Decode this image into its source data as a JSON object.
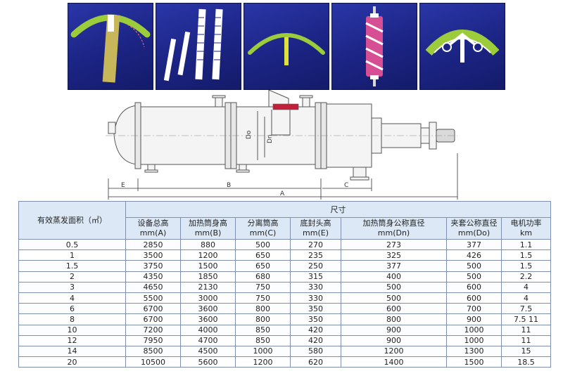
{
  "table": {
    "area_header": "有效蒸发面积（㎡）",
    "size_header": "尺寸",
    "columns": [
      {
        "l1": "设备总高",
        "l2": "mm(A)"
      },
      {
        "l1": "加热筒身高",
        "l2": "mm(B)"
      },
      {
        "l1": "分离筒高",
        "l2": "mm(C)"
      },
      {
        "l1": "底封头高",
        "l2": "mm(E)"
      },
      {
        "l1": "加热筒身公称直径",
        "l2": "mm(Dn)"
      },
      {
        "l1": "夹套公称直径",
        "l2": "mm(Do)"
      },
      {
        "l1": "电机功率",
        "l2": "km"
      }
    ],
    "rows": [
      [
        "0.5",
        "2850",
        "880",
        "500",
        "270",
        "273",
        "377",
        "1.1"
      ],
      [
        "1",
        "3500",
        "1200",
        "650",
        "235",
        "325",
        "426",
        "1.5"
      ],
      [
        "1.5",
        "3750",
        "1500",
        "650",
        "250",
        "377",
        "500",
        "1.5"
      ],
      [
        "2",
        "4350",
        "1850",
        "680",
        "315",
        "400",
        "500",
        "2.2"
      ],
      [
        "3",
        "4650",
        "2130",
        "750",
        "330",
        "500",
        "600",
        "4"
      ],
      [
        "4",
        "5500",
        "3000",
        "750",
        "330",
        "500",
        "600",
        "4"
      ],
      [
        "6",
        "6700",
        "3600",
        "800",
        "350",
        "600",
        "700",
        "7.5"
      ],
      [
        "8",
        "6700",
        "3600",
        "800",
        "350",
        "800",
        "900",
        "7.5   11"
      ],
      [
        "10",
        "7200",
        "4000",
        "850",
        "420",
        "900",
        "1000",
        "11"
      ],
      [
        "12",
        "7950",
        "4700",
        "850",
        "420",
        "900",
        "1000",
        "11"
      ],
      [
        "14",
        "8500",
        "4500",
        "1000",
        "580",
        "1200",
        "1300",
        "15"
      ],
      [
        "20",
        "10500",
        "5600",
        "1200",
        "620",
        "1400",
        "1500",
        "18.5"
      ]
    ]
  },
  "drawing": {
    "labels": {
      "a": "A",
      "b": "B",
      "c": "C",
      "e": "E",
      "do": "Do",
      "dn": "Dn"
    }
  },
  "colors": {
    "header_bg": "#dce8f5",
    "thumb_bg": "#1b2483",
    "arc_green": "#9ccb3b",
    "blade_tan": "#c7b75a",
    "scraper_red": "#c2203a"
  },
  "icons": [
    "wiper-blade-arc-image",
    "scraper-strips-image",
    "rotor-tee-arc-image",
    "spiral-rotor-image",
    "roller-wiper-image",
    "evaporator-drawing"
  ]
}
